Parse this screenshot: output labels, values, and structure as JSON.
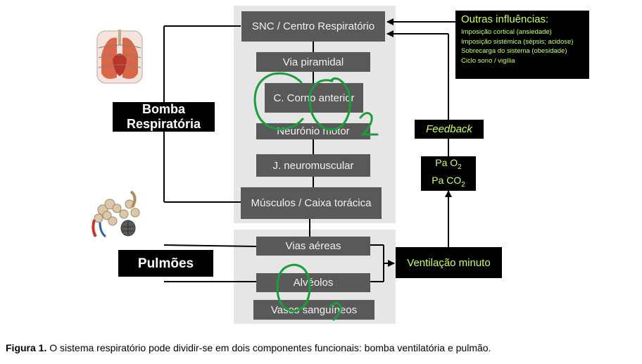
{
  "boxes": {
    "snc": "SNC / Centro Respiratório",
    "via_piramidal": "Via piramidal",
    "corno_anterior": "C. Corno anterior",
    "neuronio_motor": "Neurónio motor",
    "juncao": "J. neuromuscular",
    "musculos": "Músculos / Caixa torácica",
    "vias_aereas": "Vias aéreas",
    "alveolos": "Alvéolos",
    "vasos": "Vasos sanguíneos",
    "ventilacao": "Ventilação minuto",
    "feedback": "Feedback",
    "pa_o2_prefix": "Pa O",
    "pa_co2_prefix": "Pa CO",
    "subscript_2": "2"
  },
  "labels": {
    "bomba_line1": "Bomba",
    "bomba_line2": "Respiratória",
    "pulmoes": "Pulmões"
  },
  "influences": {
    "title": "Outras influências:",
    "items": [
      "Imposição cortical (ansiedade)",
      "Imposição sistémica (sépsis; acidose)",
      "Sobrecarga do sistema (obesidade)",
      "Ciclo sono / vigília"
    ]
  },
  "caption": {
    "bold": "Figura 1.",
    "text": " O sistema respiratório pode dividir-se em dois componentes funcionais: bomba ventilatória e pulmão."
  },
  "colors": {
    "box_bg": "#595959",
    "panel_bg": "#e6e6e6",
    "accent_text": "#ccff66",
    "handwriting": "#1a9e3a"
  }
}
